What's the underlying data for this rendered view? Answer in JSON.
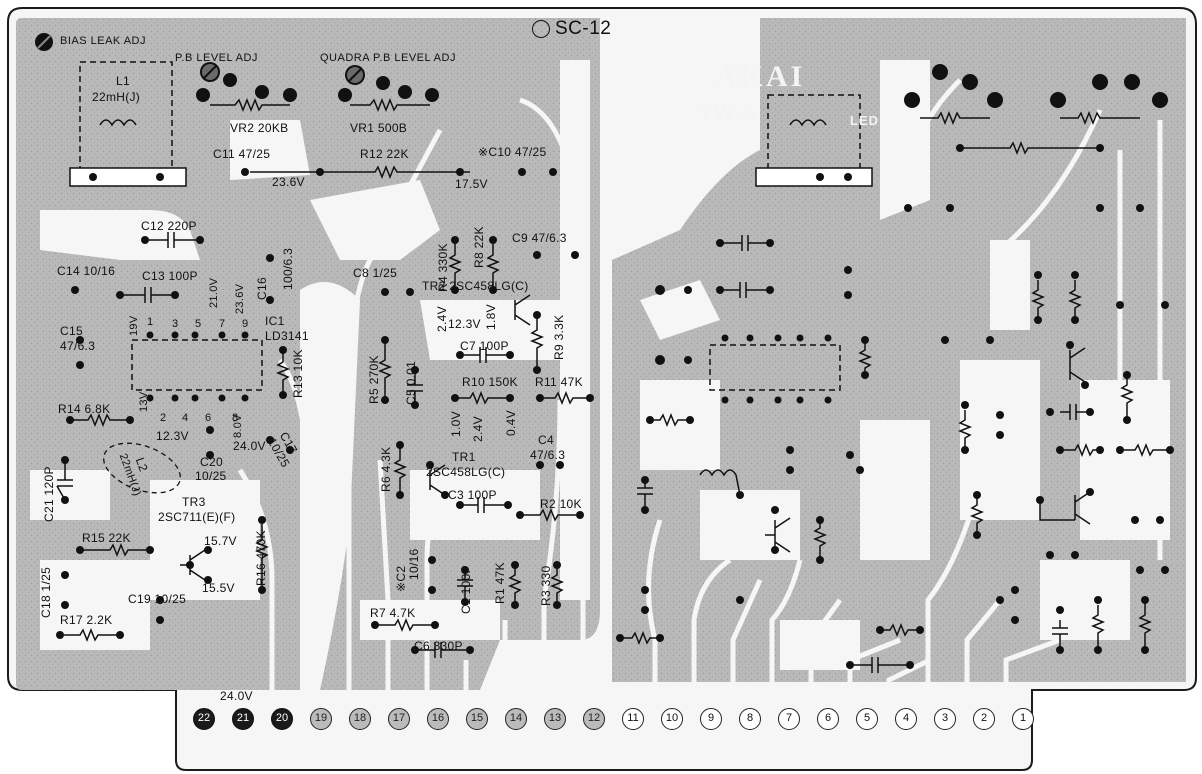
{
  "board_id": "SC-12",
  "brand": "AKAI",
  "model": "TW-5",
  "model_suffix": "LED",
  "adjust_labels": {
    "bias_leak": "BIAS LEAK ADJ",
    "pb_level": "P.B LEVEL ADJ",
    "quadra_pb_level": "QUADRA P.B LEVEL ADJ"
  },
  "labels": {
    "l1": "L1",
    "l1_value": "22mH(J)",
    "vr2": "VR2 20KB",
    "vr1": "VR1 500B",
    "c11": "C11 47/25",
    "r12": "R12 22K",
    "c10": "※C10 47/25",
    "v23_6": "23.6V",
    "v17_5": "17.5V",
    "c12": "C12 220P",
    "c14": "C14 10/16",
    "c13": "C13 100P",
    "c16": "C16",
    "c16_value": "100/6.3",
    "c15": "C15",
    "c15_value": "47/6.3",
    "ic1": "IC1",
    "ic1_part": "LD3141",
    "r13": "R13 10K",
    "r14": "R14 6.8K",
    "v12_3": "12.3V",
    "c20": "C20",
    "c20_value": "10/25",
    "c17": "C17",
    "c17_value": "10/25",
    "l2": "L2",
    "l2_value": "22mH(J)",
    "v24_0": "24.0V",
    "c21": "C21 120P",
    "tr3": "TR3",
    "tr3_part": "2SC711(E)(F)",
    "r15": "R15 22K",
    "v15_7": "15.7V",
    "v15_5": "15.5V",
    "r16": "R16 470K",
    "c18": "C18 1/25",
    "c19": "C19 10/25",
    "r17": "R17 2.2K",
    "c8": "C8 1/25",
    "r4": "R4 330K",
    "r8": "R8 22K",
    "c9": "C9 47/6.3",
    "tr2": "TR2 2SC458LG(C)",
    "v2_4": "2.4V",
    "v12_3b": "12.3V",
    "v1_8": "1.8V",
    "r9": "R9 3.3K",
    "c7": "C7 100P",
    "r5": "R5 270K",
    "c5": "C5 0.01",
    "r10": "R10 150K",
    "r11": "R11 47K",
    "v1_0": "1.0V",
    "v2_4b": "2.4V",
    "v0_4": "0.4V",
    "tr1": "TR1",
    "tr1_part": "2SC458LG(C)",
    "c4": "C4",
    "c4_value": "47/6.3",
    "r6": "R6 4.3K",
    "c3": "C3 100P",
    "r2": "R2 10K",
    "c2": "※C2",
    "c2_value": "10/16",
    "c1": "C1 100P",
    "r1": "R1 47K",
    "r3": "R3 330",
    "r7": "R7 4.7K",
    "c6": "C6 330P",
    "edge_voltage": "24.0V",
    "ic_pins": [
      "1",
      "2",
      "3",
      "4",
      "5",
      "6",
      "7",
      "8",
      "9"
    ],
    "ic_pin_voltages": [
      "19V",
      "21.0V",
      "23.6V",
      "13V",
      "8.0V"
    ]
  },
  "edge_pins": [
    "22",
    "21",
    "20",
    "19",
    "18",
    "17",
    "16",
    "15",
    "14",
    "13",
    "12",
    "11",
    "10",
    "9",
    "8",
    "7",
    "6",
    "5",
    "4",
    "3",
    "2",
    "1"
  ],
  "colors": {
    "copper": "#b5b5b5",
    "substrate": "#f6f6f6",
    "outline": "#1b1b1b",
    "ink": "#111111"
  }
}
